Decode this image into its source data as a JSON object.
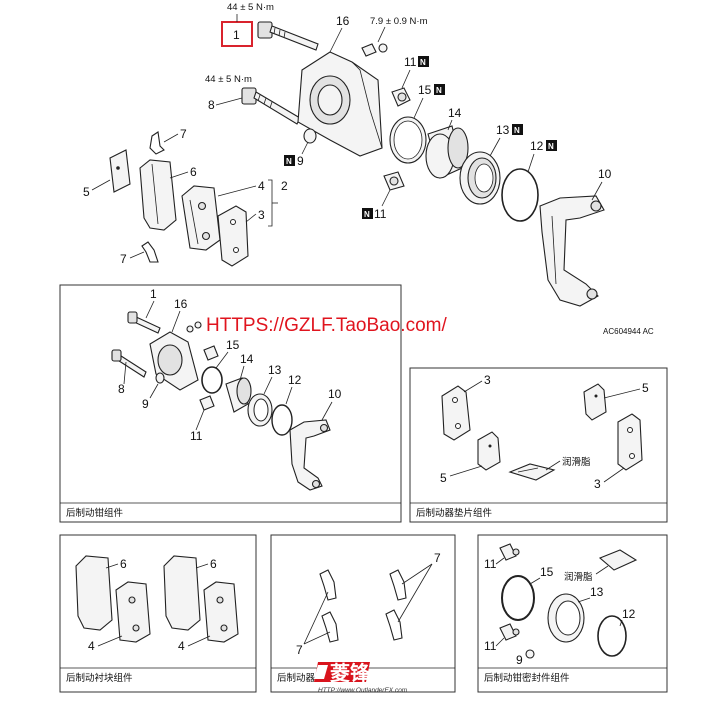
{
  "torque": {
    "bolt1": "44 ± 5 N·m",
    "bolt8": "44 ± 5 N·m",
    "bleeder": "7.9 ± 0.9 N·m"
  },
  "callouts": {
    "n1": "1",
    "n2": "2",
    "n3": "3",
    "n4": "4",
    "n5": "5",
    "n6": "6",
    "n7": "7",
    "n8": "8",
    "n9": "9",
    "n10": "10",
    "n11": "11",
    "n12": "12",
    "n13": "13",
    "n14": "14",
    "n15": "15",
    "n16": "16"
  },
  "new_part_mark": "N",
  "figure_code": "AC604944 AC",
  "watermark": "HTTPS://GZLF.TaoBao.com/",
  "lubricant_label": "润滑脂",
  "captions": {
    "caliper_assembly": "后制动钳组件",
    "pad_assembly": "后制动器垫片组件",
    "shim_kit": "后制动衬块组件",
    "clip_kit": "后制动器",
    "seal_kit": "后制动钳密封件组件"
  },
  "brand": {
    "logo_text": "菱锋",
    "url": "HTTP://www.OutlanderEX.com"
  },
  "colors": {
    "highlight": "#d9232d",
    "watermark": "#e0141e",
    "logo_bg": "#d9141d"
  }
}
